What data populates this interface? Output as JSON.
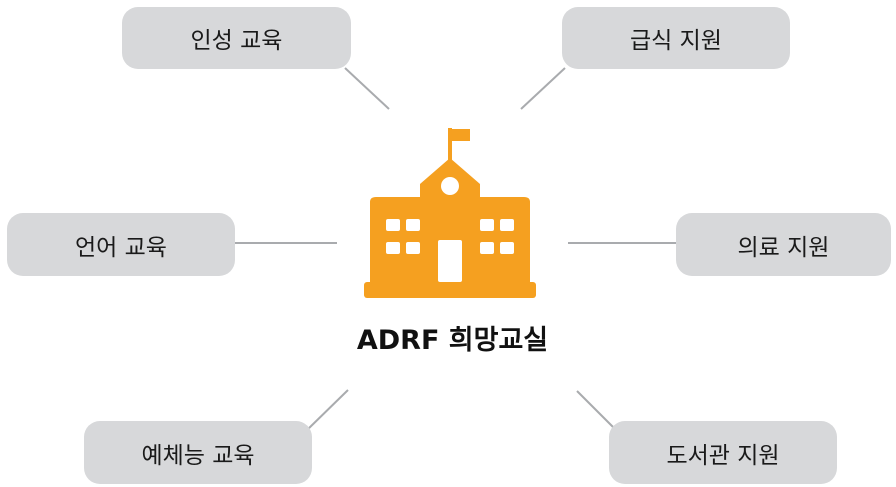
{
  "center": {
    "title": "ADRF 희망교실",
    "icon": "school-icon",
    "icon_color": "#f5a020"
  },
  "nodes": {
    "insung": "인성 교육",
    "gupsik": "급식 지원",
    "eoneo": "언어 교육",
    "uiryo": "의료 지원",
    "yechae": "예체능 교육",
    "doseo": "도서관 지원"
  },
  "colors": {
    "pill_bg": "#d7d8da",
    "connector": "#a9abae",
    "text": "#1a1a1a"
  }
}
